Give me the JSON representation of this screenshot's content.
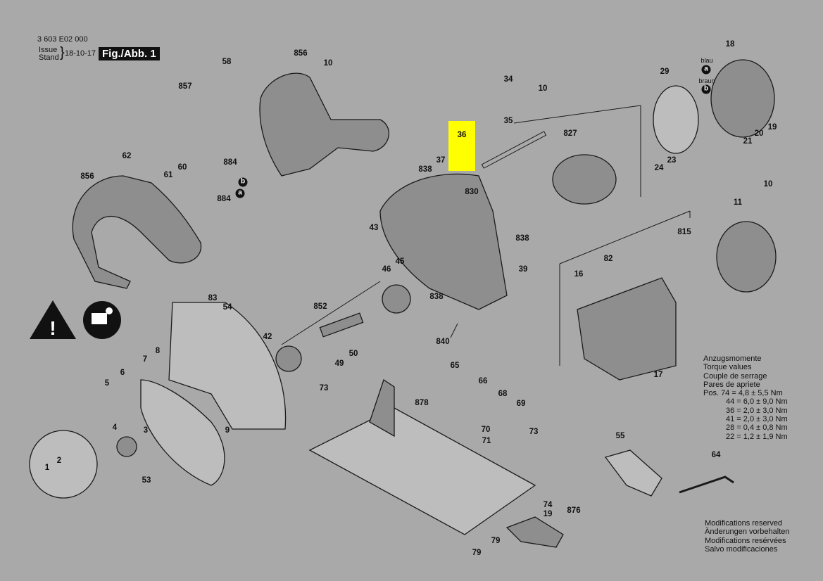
{
  "header": {
    "part_number": "3 603 E02 000",
    "issue_label": "Issue",
    "stand_label": "Stand",
    "date": "18-10-17",
    "figure": "Fig./Abb. 1"
  },
  "callouts": [
    "856",
    "10",
    "58",
    "857",
    "34",
    "10",
    "18",
    "29",
    "35",
    "827",
    "20",
    "19",
    "21",
    "24",
    "23",
    "36",
    "37",
    "838",
    "62",
    "60",
    "61",
    "884",
    "884",
    "856",
    "830",
    "838",
    "10",
    "11",
    "815",
    "43",
    "45",
    "46",
    "39",
    "82",
    "16",
    "838",
    "852",
    "83",
    "54",
    "42",
    "8",
    "840",
    "50",
    "49",
    "7",
    "6",
    "5",
    "65",
    "66",
    "68",
    "73",
    "69",
    "878",
    "9",
    "17",
    "55",
    "64",
    "4",
    "70",
    "71",
    "73",
    "3",
    "53",
    "2",
    "1",
    "74",
    "19",
    "876",
    "79",
    "79"
  ],
  "wire_colors": {
    "blau": "blau",
    "braun": "braun",
    "a": "a",
    "b": "b"
  },
  "torque": {
    "title_lines": [
      "Anzugsmomente",
      "Torque values",
      "Couple de serrage",
      "Pares de apriete"
    ],
    "rows": [
      "Pos. 74 = 4,8 ± 5,5 Nm",
      "44 = 6,0 ± 9,0 Nm",
      "36 = 2,0 ± 3,0 Nm",
      "41 = 2,0 ± 3,0 Nm",
      "28 = 0,4 ± 0,8 Nm",
      "22 = 1,2 ± 1,9 Nm"
    ]
  },
  "notice": [
    "Modifications reserved",
    "Änderungen vorbehalten",
    "Modifications resérvées",
    "Salvo modificaciones"
  ],
  "highlight_color": "#ffff00"
}
